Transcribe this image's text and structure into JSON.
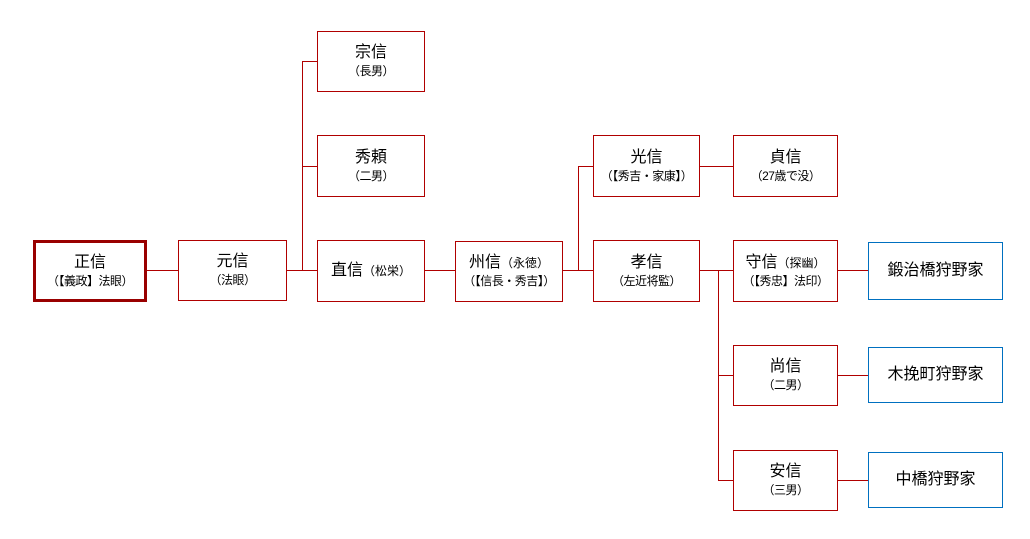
{
  "diagram": {
    "kind": "family-tree",
    "background_color": "#ffffff",
    "line_color": "#b00000",
    "person_border_color": "#b00000",
    "founder_border_color": "#990000",
    "branch_house_border_color": "#0070c0",
    "text_color": "#000000"
  },
  "nodes": [
    {
      "id": "masanobu",
      "name": "正信",
      "note": "（【義政】法眼）",
      "role": "founder"
    },
    {
      "id": "motonobu",
      "name": "元信",
      "note": "（法眼）",
      "role": "person"
    },
    {
      "id": "munenobu",
      "name": "宗信",
      "note": "（長男）",
      "role": "person"
    },
    {
      "id": "hideyori",
      "name": "秀頼",
      "note": "（二男）",
      "role": "person"
    },
    {
      "id": "shoei",
      "name": "直信",
      "suffix": "（松栄）",
      "role": "person"
    },
    {
      "id": "eitoku",
      "name": "州信",
      "suffix": "（永徳）",
      "note": "（【信長・秀吉】）",
      "role": "person"
    },
    {
      "id": "mitsunobu",
      "name": "光信",
      "note": "（【秀吉・家康】）",
      "role": "person"
    },
    {
      "id": "sadanobu",
      "name": "貞信",
      "note": "（27歳で没）",
      "role": "person"
    },
    {
      "id": "takanobu",
      "name": "孝信",
      "note": "（左近将監）",
      "role": "person"
    },
    {
      "id": "tanyu",
      "name": "守信",
      "suffix": "（探幽）",
      "note": "（【秀忠】法印）",
      "role": "person"
    },
    {
      "id": "kajibashi",
      "name": "鍛治橋狩野家",
      "role": "branch-house"
    },
    {
      "id": "naonobu",
      "name": "尚信",
      "note": "（二男）",
      "role": "person"
    },
    {
      "id": "kobikicho",
      "name": "木挽町狩野家",
      "role": "branch-house"
    },
    {
      "id": "yasunobu",
      "name": "安信",
      "note": "（三男）",
      "role": "person"
    },
    {
      "id": "nakabashi",
      "name": "中橋狩野家",
      "role": "branch-house"
    }
  ],
  "edges": [
    {
      "from": "正信",
      "to": "元信"
    },
    {
      "from": "元信",
      "to": "宗信"
    },
    {
      "from": "元信",
      "to": "秀頼"
    },
    {
      "from": "元信",
      "to": "直信"
    },
    {
      "from": "直信",
      "to": "州信"
    },
    {
      "from": "州信",
      "to": "光信"
    },
    {
      "from": "州信",
      "to": "孝信"
    },
    {
      "from": "光信",
      "to": "貞信"
    },
    {
      "from": "孝信",
      "to": "守信"
    },
    {
      "from": "孝信",
      "to": "尚信"
    },
    {
      "from": "孝信",
      "to": "安信"
    },
    {
      "from": "守信",
      "to": "鍛治橋狩野家"
    },
    {
      "from": "尚信",
      "to": "木挽町狩野家"
    },
    {
      "from": "安信",
      "to": "中橋狩野家"
    }
  ]
}
